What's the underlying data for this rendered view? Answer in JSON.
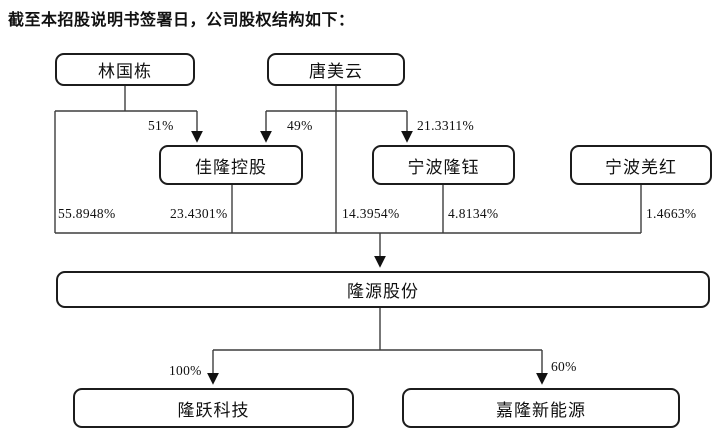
{
  "title": "截至本招股说明书签署日，公司股权结构如下：",
  "nodes": {
    "lin_guodong": {
      "label": "林国栋"
    },
    "tang_meiyun": {
      "label": "唐美云"
    },
    "jialong_holding": {
      "label": "佳隆控股"
    },
    "ningbo_longyu": {
      "label": "宁波隆钰"
    },
    "ningbo_qianghong": {
      "label": "宁波羌红"
    },
    "longyuan_shares": {
      "label": "隆源股份"
    },
    "longyue_tech": {
      "label": "隆跃科技"
    },
    "jialong_new_energy": {
      "label": "嘉隆新能源"
    }
  },
  "edges": {
    "lin_to_jialong": {
      "from": "林国栋",
      "to": "佳隆控股",
      "label": "51%"
    },
    "tang_to_jialong": {
      "from": "唐美云",
      "to": "佳隆控股",
      "label": "49%"
    },
    "tang_to_longyu": {
      "from": "唐美云",
      "to": "宁波隆钰",
      "label": "21.3311%"
    },
    "lin_to_longyuan": {
      "from": "林国栋",
      "to": "隆源股份",
      "label": "55.8948%"
    },
    "jialong_to_longyuan": {
      "from": "佳隆控股",
      "to": "隆源股份",
      "label": "23.4301%"
    },
    "tang_to_longyuan": {
      "from": "唐美云",
      "to": "隆源股份",
      "label": "14.3954%"
    },
    "longyu_to_longyuan": {
      "from": "宁波隆钰",
      "to": "隆源股份",
      "label": "4.8134%"
    },
    "qianghong_to_longyuan": {
      "from": "宁波羌红",
      "to": "隆源股份",
      "label": "1.4663%"
    },
    "longyuan_to_longyue": {
      "from": "隆源股份",
      "to": "隆跃科技",
      "label": "100%"
    },
    "longyuan_to_jialongne": {
      "from": "隆源股份",
      "to": "嘉隆新能源",
      "label": "60%"
    }
  },
  "colors": {
    "line": "#3d3d3d",
    "box_border": "#1c1c1c",
    "text": "#111111",
    "background": "#ffffff"
  }
}
